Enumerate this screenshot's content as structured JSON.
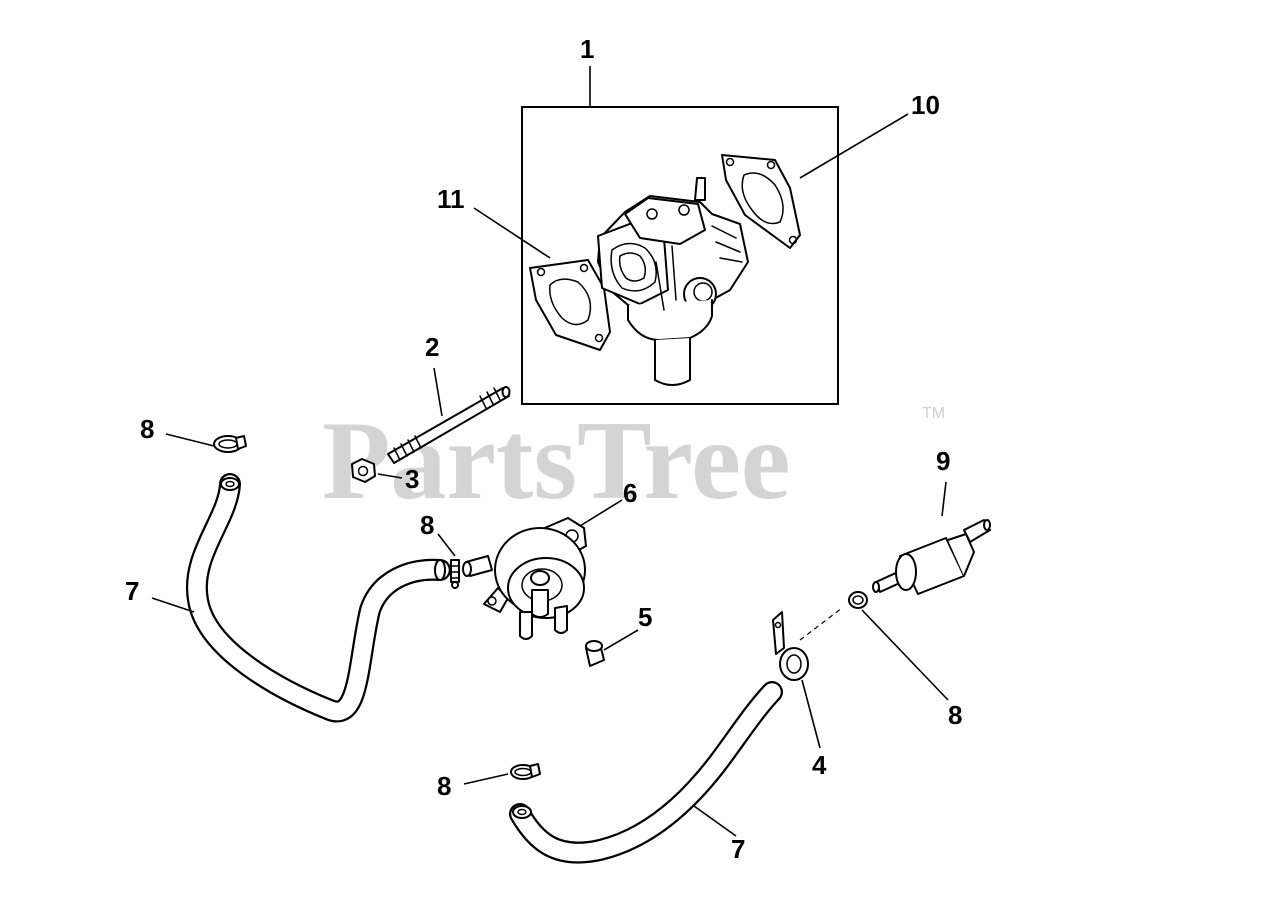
{
  "watermark": {
    "brand": "PartsTree",
    "trademark": "TM"
  },
  "callouts": [
    {
      "id": "c1",
      "label": "1"
    },
    {
      "id": "c2",
      "label": "2"
    },
    {
      "id": "c3",
      "label": "3"
    },
    {
      "id": "c4",
      "label": "4"
    },
    {
      "id": "c5",
      "label": "5"
    },
    {
      "id": "c6",
      "label": "6"
    },
    {
      "id": "c7a",
      "label": "7"
    },
    {
      "id": "c7b",
      "label": "7"
    },
    {
      "id": "c8a",
      "label": "8"
    },
    {
      "id": "c8b",
      "label": "8"
    },
    {
      "id": "c8c",
      "label": "8"
    },
    {
      "id": "c8d",
      "label": "8"
    },
    {
      "id": "c9",
      "label": "9"
    },
    {
      "id": "c10",
      "label": "10"
    },
    {
      "id": "c11",
      "label": "11"
    }
  ]
}
